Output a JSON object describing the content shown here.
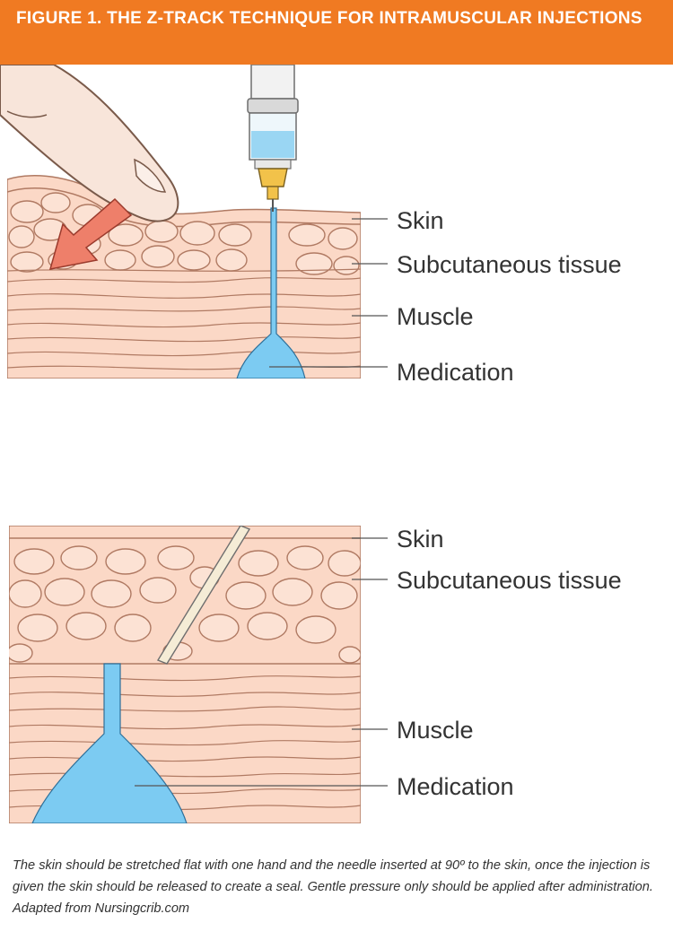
{
  "figure_title": "FIGURE 1. THE Z-TRACK TECHNIQUE FOR INTRAMUSCULAR INJECTIONS",
  "top_panel": {
    "labels": {
      "skin": "Skin",
      "subcutaneous": "Subcutaneous tissue",
      "muscle": "Muscle",
      "medication": "Medication"
    }
  },
  "bottom_panel": {
    "labels": {
      "skin": "Skin",
      "subcutaneous": "Subcutaneous tissue",
      "muscle": "Muscle",
      "medication": "Medication"
    }
  },
  "caption": "The skin should be stretched flat with one hand and the needle inserted at 90º to the skin, once the injection is given the skin should be released to create a seal. Gentle pressure only should be applied after administration. Adapted from Nursingcrib.com",
  "colors": {
    "banner": "#f07a22",
    "tissue": "#fbd8c6",
    "tissue_line": "#b07a63",
    "medication": "#7ccbf2",
    "arrow": "#ee7f6a",
    "needle_hub": "#f2c24a",
    "skin_hand": "#f8e5da"
  }
}
